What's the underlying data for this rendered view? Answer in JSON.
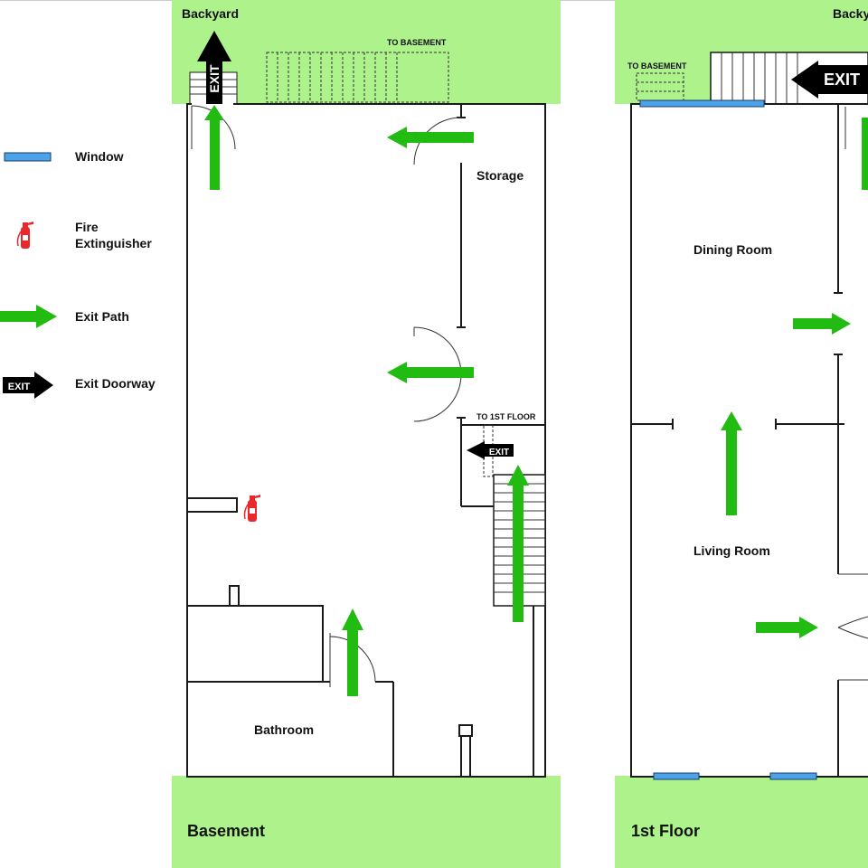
{
  "colors": {
    "yard": "#aef28c",
    "exit_path": "#22bb11",
    "window": "#4ca3ea",
    "extinguisher": "#e8282a",
    "exit_sign": "#000000"
  },
  "legend": {
    "window": "Window",
    "extinguisher_line1": "Fire",
    "extinguisher_line2": "Extinguisher",
    "exit_path": "Exit Path",
    "exit_doorway": "Exit Doorway",
    "exit_sign_text": "EXIT"
  },
  "basement": {
    "title": "Basement",
    "backyard": "Backyard",
    "to_basement": "TO BASEMENT",
    "storage": "Storage",
    "to_1st_floor": "TO 1ST FLOOR",
    "bathroom": "Bathroom",
    "exit_sign_text": "EXIT"
  },
  "first_floor": {
    "title": "1st Floor",
    "backyard": "Backy",
    "to_basement": "TO BASEMENT",
    "dining_room": "Dining Room",
    "living_room": "Living Room",
    "exit_sign_text": "EXIT"
  }
}
